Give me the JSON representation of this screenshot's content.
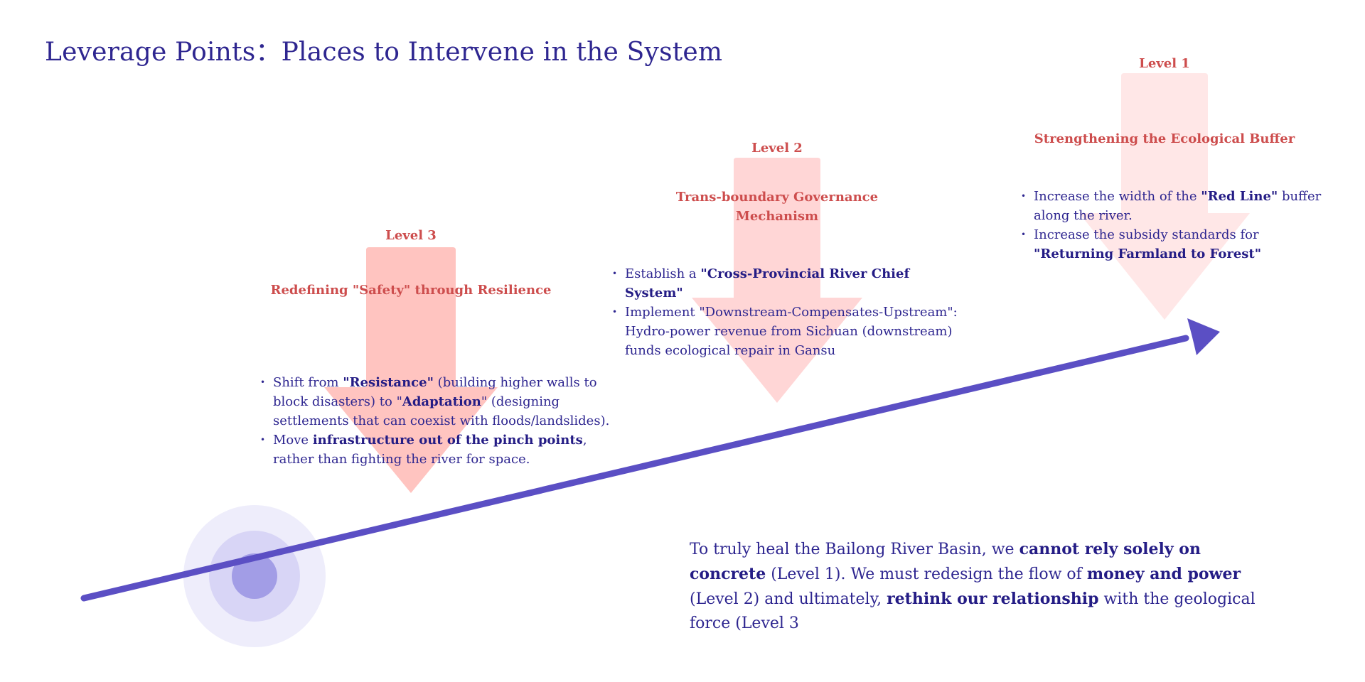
{
  "title": "Leverage Points：Places to Intervene in the System",
  "colors": {
    "title": "#2e2690",
    "label": "#cd4d4d",
    "main_arrow": "#5b4fc4",
    "level1_arrow": "#ffe7e7",
    "level2_arrow": "#ffd6d6",
    "level3_arrow": "#ffc4c0",
    "target_outer": "#eeedfb",
    "target_mid": "#d8d5f6",
    "target_inner": "#a29de6"
  },
  "levels": [
    {
      "level": "Level 3",
      "heading": "Redefining \"Safety\" through Resilience",
      "bullets": [
        [
          {
            "t": "Shift from "
          },
          {
            "t": "\"Resistance\"",
            "b": true
          },
          {
            "t": " (building higher walls to block disasters) to \""
          },
          {
            "t": "Adaptation",
            "b": true
          },
          {
            "t": "\" (designing settlements that can coexist with floods/landslides)."
          }
        ],
        [
          {
            "t": "Move "
          },
          {
            "t": "infrastructure out of the pinch points",
            "b": true
          },
          {
            "t": ", rather than fighting the river for space."
          }
        ]
      ]
    },
    {
      "level": "Level 2",
      "heading": "Trans-boundary Governance Mechanism",
      "bullets": [
        [
          {
            "t": "Establish a "
          },
          {
            "t": "\"Cross-Provincial River Chief System\"",
            "b": true
          }
        ],
        [
          {
            "t": "Implement \"Downstream-Compensates-Upstream\": Hydro-power revenue from Sichuan (downstream) funds ecological repair in Gansu"
          }
        ]
      ]
    },
    {
      "level": "Level 1",
      "heading": "Strengthening the Ecological Buffer",
      "bullets": [
        [
          {
            "t": "Increase the width of the "
          },
          {
            "t": "\"Red Line\"",
            "b": true
          },
          {
            "t": " buffer along the river."
          }
        ],
        [
          {
            "t": "Increase the subsidy standards for "
          },
          {
            "t": "\"Returning Farmland to Forest\"",
            "b": true
          }
        ]
      ]
    }
  ],
  "summary": [
    {
      "t": "To truly heal the Bailong River Basin, we "
    },
    {
      "t": "cannot rely solely on concrete",
      "b": true
    },
    {
      "t": " (Level 1). We must redesign the flow of "
    },
    {
      "t": "money and power",
      "b": true
    },
    {
      "t": " (Level 2) and ultimately, "
    },
    {
      "t": "rethink our relationship",
      "b": true
    },
    {
      "t": " with the geological force (Level 3"
    }
  ]
}
